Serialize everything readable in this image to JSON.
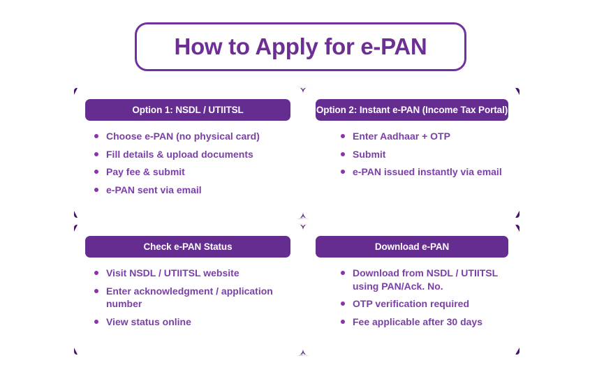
{
  "title": "How to Apply for e-PAN",
  "colors": {
    "title_text": "#6d2f95",
    "title_border": "#7230a0",
    "banner_bg": "#662d91",
    "banner_text": "#ffffff",
    "body_text": "#7b3fa8",
    "bullet_dot": "#8c2fb0",
    "plate": "#4b1070",
    "card_bg": "#ffffff",
    "page_bg": "#ffffff"
  },
  "cards": [
    {
      "id": "option-1",
      "header": "Option 1: NSDL / UTIITSL",
      "bullets": [
        "Choose e-PAN (no physical card)",
        "Fill details & upload documents",
        "Pay fee & submit",
        "e-PAN sent via email"
      ]
    },
    {
      "id": "option-2",
      "header": "Option 2: Instant e-PAN (Income Tax Portal)",
      "bullets": [
        "Enter Aadhaar + OTP",
        "Submit",
        "e-PAN issued instantly via email"
      ]
    },
    {
      "id": "check-status",
      "header": "Check e-PAN Status",
      "bullets": [
        "Visit NSDL / UTIITSL website",
        "Enter acknowledgment / application number",
        "View status online"
      ]
    },
    {
      "id": "download",
      "header": "Download e-PAN",
      "bullets": [
        "Download from NSDL / UTIITSL using PAN/Ack. No.",
        "OTP verification required",
        "Fee applicable after 30 days"
      ]
    }
  ]
}
